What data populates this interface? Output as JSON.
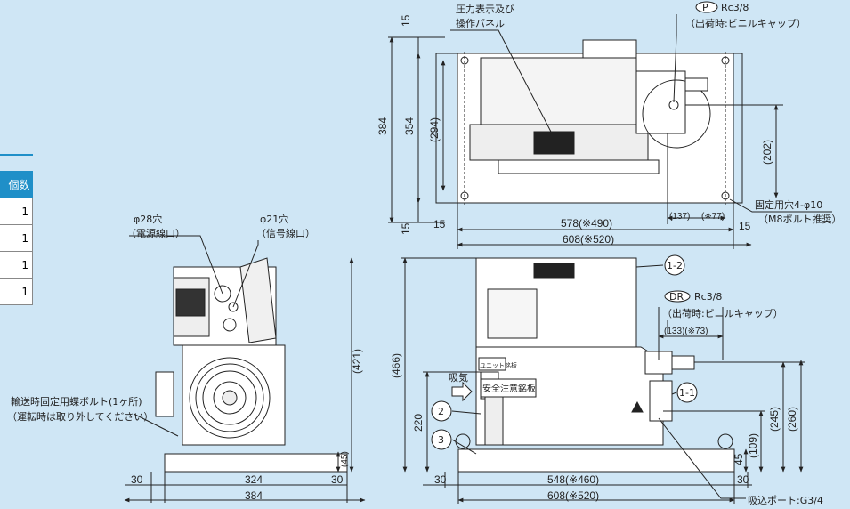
{
  "table": {
    "header": "個数",
    "rows": [
      "1",
      "1",
      "1",
      "1"
    ]
  },
  "labels": {
    "panel_line1": "圧力表示及び",
    "panel_line2": "操作パネル",
    "port_p_badge": "P",
    "port_p_spec": "Rc3/8",
    "port_p_note": "（出荷時:ビニルキャップ）",
    "hole_cable": "φ28穴",
    "hole_cable_sub": "（電源線口）",
    "hole_signal": "φ21穴",
    "hole_signal_sub": "（信号線口）",
    "bolt_line1": "輸送時固定用蝶ボルト(1ヶ所)",
    "bolt_line2": "（運転時は取り外してください）",
    "mount_hole": "固定用穴4-φ10",
    "mount_note": "（M8ボルト推奨）",
    "port_dr_badge": "DR",
    "port_dr_spec": "Rc3/8",
    "port_dr_note": "（出荷時:ビニルキャップ）",
    "intake": "吸気",
    "unit_plate": "ユニット銘板",
    "safety_plate": "安全注意銘板",
    "suction_port": "吸込ポート:G3/4",
    "callout_1_2": "1-2",
    "callout_1_1": "1-1",
    "callout_2": "2",
    "callout_3": "3"
  },
  "dims": {
    "top_15_upper": "15",
    "top_384": "384",
    "top_354": "354",
    "top_294": "(294)",
    "top_15_lower": "15",
    "top_202": "(202)",
    "top_15_left": "15",
    "top_578": "578(※490)",
    "top_137": "(137)",
    "top_77": "(※77)",
    "top_15_right": "15",
    "top_608": "608(※520)",
    "front_466": "(466)",
    "front_220": "220",
    "front_133": "(133)(※73)",
    "front_245": "(245)",
    "front_260": "(260)",
    "front_109": "(109)",
    "front_45": "45",
    "front_30_left": "30",
    "front_548": "548(※460)",
    "front_30_right": "30",
    "front_608": "608(※520)",
    "side_421": "(421)",
    "side_45": "(45)",
    "side_30_left": "30",
    "side_324": "324",
    "side_30_right": "30",
    "side_384": "384"
  }
}
